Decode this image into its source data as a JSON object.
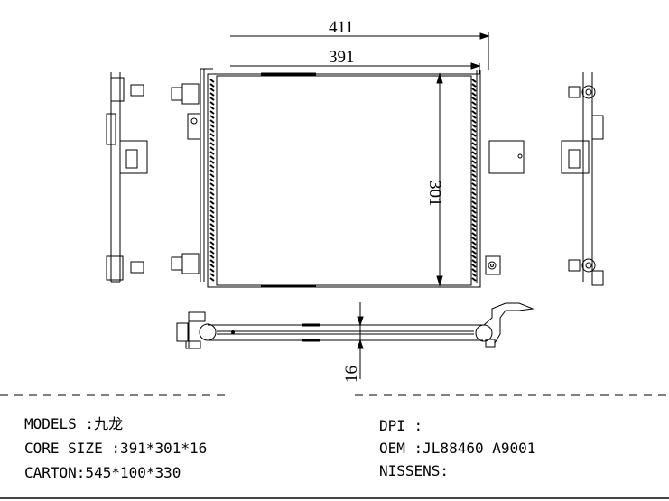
{
  "dimensions": {
    "overall_width": "411",
    "core_width": "391",
    "core_height": "301",
    "thickness": "16"
  },
  "specs": {
    "models": "MODELS :九龙",
    "core_size": "CORE SIZE :391*301*16",
    "carton": "CARTON:545*100*330",
    "dpi": "DPI :",
    "oem": "OEM :JL88460 A9001",
    "nissens": "NISSENS:"
  }
}
